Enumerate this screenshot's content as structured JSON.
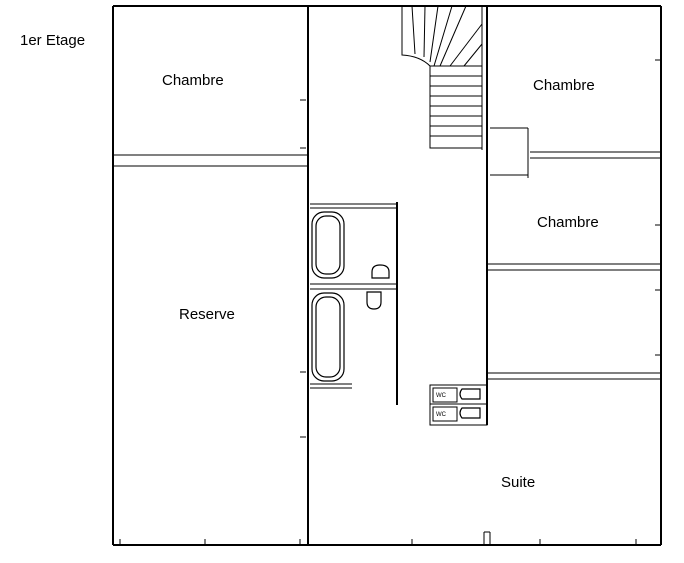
{
  "floor_label": "1er Etage",
  "rooms": {
    "chambre_top_left": "Chambre",
    "chambre_top_right": "Chambre",
    "chambre_middle_right": "Chambre",
    "reserve": "Reserve",
    "suite": "Suite"
  },
  "wc_labels": [
    "WC",
    "WC"
  ]
}
